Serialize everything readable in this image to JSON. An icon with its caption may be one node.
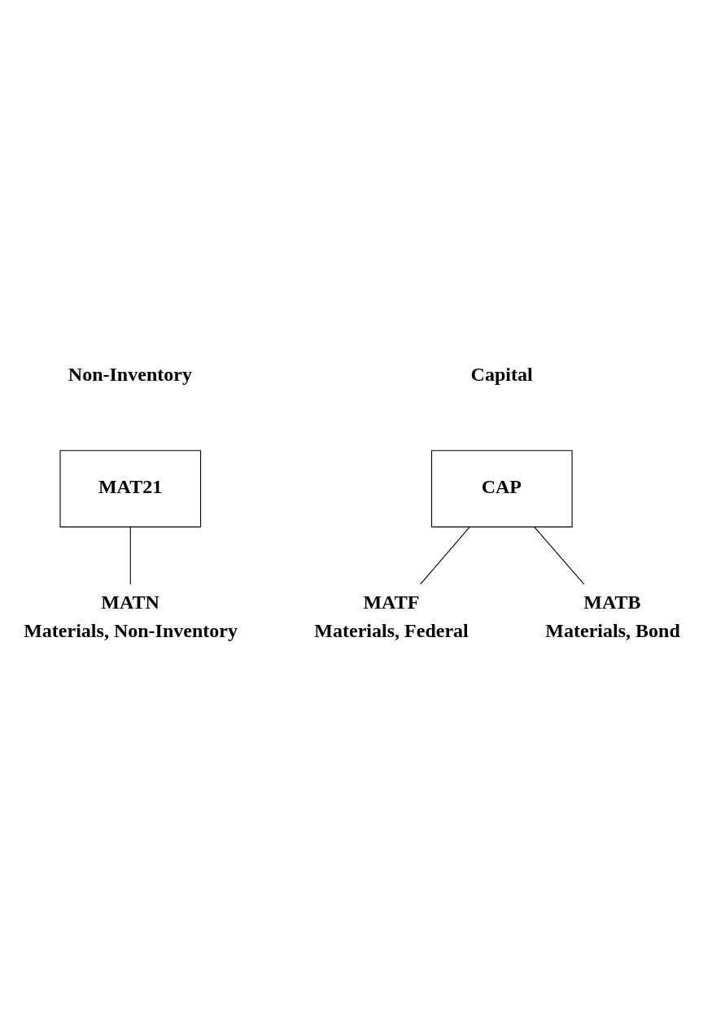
{
  "diagram": {
    "nodes": [
      {
        "text": [
          "MAT21"
        ]
      },
      {
        "text": [
          "MATN"
        ],
        "beside": [
          "Materials, Non-Inventory"
        ]
      },
      {
        "text": [
          "CAP"
        ]
      },
      {
        "text": [
          "MATF"
        ],
        "beside": [
          "Materials, Federal"
        ]
      },
      {
        "text": [
          "MATB"
        ],
        "beside": [
          "Materials, Bond"
        ]
      }
    ],
    "edges": [
      {
        "from": 0,
        "to": 1,
        "arrow": "none"
      },
      {
        "from": 2,
        "to": 3,
        "arrow": "none"
      },
      {
        "from": 2,
        "to": 4,
        "arrow": "none"
      }
    ],
    "labels": [
      "Non-Inventory",
      "Capital"
    ]
  }
}
